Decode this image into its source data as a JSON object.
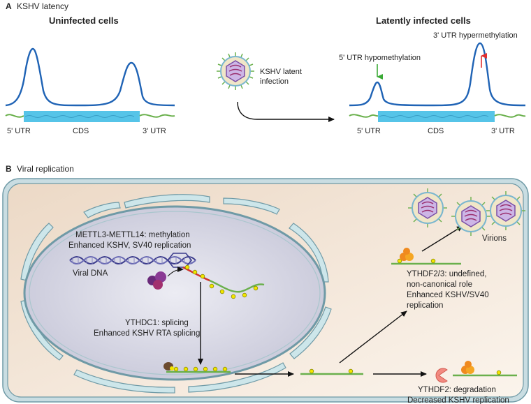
{
  "panel_a": {
    "letter": "A",
    "title": "KSHV latency",
    "left_heading": "Uninfected cells",
    "right_heading": "Latently infected cells",
    "utr5": "5' UTR",
    "cds": "CDS",
    "utr3": "3' UTR",
    "utr5_r": "5' UTR",
    "cds_r": "CDS",
    "utr3_r": "3' UTR",
    "virus_label_1": "KSHV latent",
    "virus_label_2": "infection",
    "hypo_label": "5' UTR hypomethylation",
    "hyper_label": "3' UTR hypermethylation"
  },
  "panel_b": {
    "letter": "B",
    "title": "Viral replication",
    "mettl_line1": "METTL3-METTL14: methylation",
    "mettl_line2": "Enhanced KSHV, SV40 replication",
    "viral_dna": "Viral DNA",
    "ythdc1_line1": "YTHDC1: splicing",
    "ythdc1_line2": "Enhanced KSHV RTA splicing",
    "ythdf23_line1": "YTHDF2/3: undefined,",
    "ythdf23_line2": "non-canonical role",
    "ythdf23_line3": "Enhanced KSHV/SV40",
    "ythdf23_line4": "replication",
    "ythdf2_line1": "YTHDF2: degradation",
    "ythdf2_line2": "Decreased KSHV replication",
    "virions": "Virions"
  },
  "colors": {
    "peak_curve": "#1f63b5",
    "cds_box": "#56c4e8",
    "utr_line": "#6ab04c",
    "down_arrow": "#3aaa35",
    "up_arrow": "#e03030",
    "m6a_dot": "#f2e600",
    "cell_fill": "#f6eadf",
    "nucleus_fill": "#dcdce8",
    "er_fill": "#cde6ea"
  }
}
